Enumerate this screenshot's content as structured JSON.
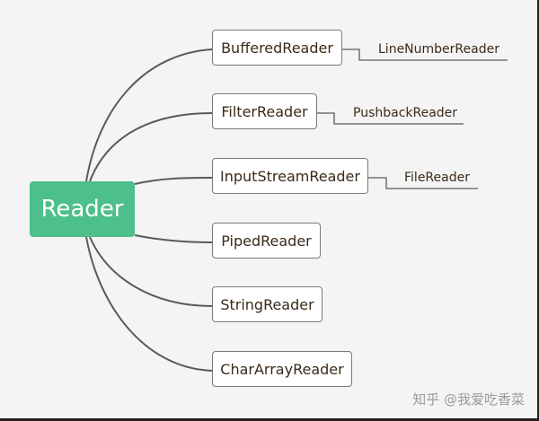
{
  "diagram": {
    "root": {
      "label": "Reader"
    },
    "children": [
      {
        "label": "BufferedReader",
        "subclass": "LineNumberReader"
      },
      {
        "label": "FilterReader",
        "subclass": "PushbackReader"
      },
      {
        "label": "InputStreamReader",
        "subclass": "FileReader"
      },
      {
        "label": "PipedReader"
      },
      {
        "label": "StringReader"
      },
      {
        "label": "CharArrayReader"
      }
    ]
  },
  "watermark": "知乎 @我爱吃香菜",
  "colors": {
    "root_fill": "#4dbf8a",
    "connector": "#5a5a5a",
    "background": "#f4f4f4"
  }
}
